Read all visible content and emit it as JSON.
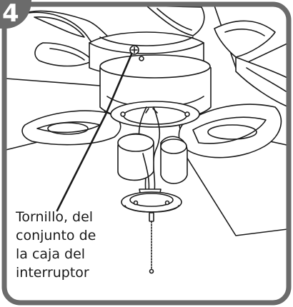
{
  "step": {
    "number": "4"
  },
  "callout": {
    "lines": [
      "Tornillo, del",
      "conjunto de",
      "la caja del",
      "interruptor"
    ]
  },
  "colors": {
    "frame": "#6b6b6b",
    "badge": "#6b6b6b",
    "line": "#1a1a1a"
  }
}
